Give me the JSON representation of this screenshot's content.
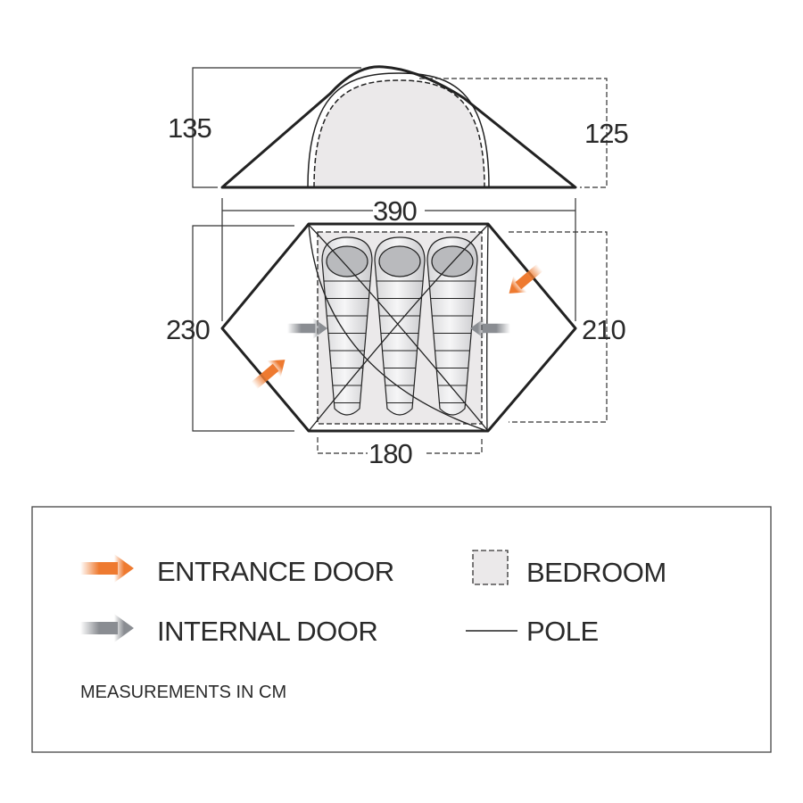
{
  "dimensions": {
    "height_outer": "135",
    "height_inner": "125",
    "length_outer": "390",
    "width_outer": "230",
    "width_inner": "210",
    "length_inner": "180"
  },
  "legend": {
    "entrance_door": "ENTRANCE DOOR",
    "internal_door": "INTERNAL DOOR",
    "bedroom": "BEDROOM",
    "pole": "POLE",
    "note": "MEASUREMENTS IN CM"
  },
  "colors": {
    "entrance_arrow": "#ee7a30",
    "internal_arrow": "#8a8d92",
    "bedroom_fill": "#ebe9ea",
    "line": "#222222"
  }
}
